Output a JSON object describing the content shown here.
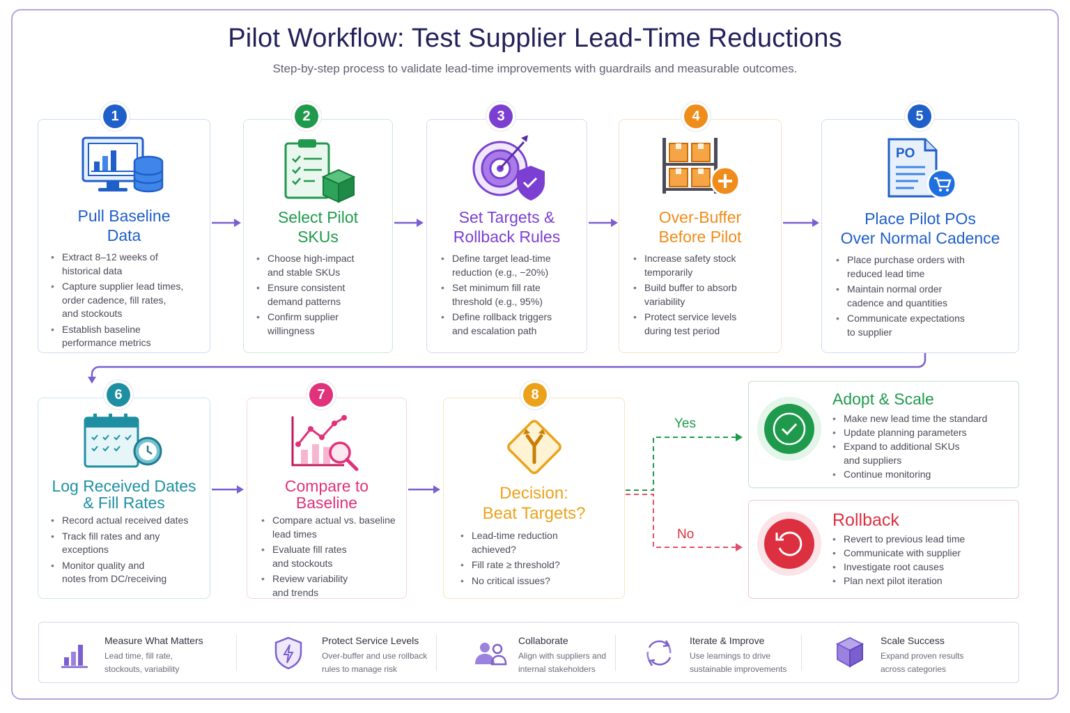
{
  "header": {
    "title": "Pilot Workflow: Test Supplier Lead-Time Reductions",
    "subtitle": "Step-by-step process to validate lead-time improvements with guardrails and measurable outcomes."
  },
  "steps": [
    {
      "number": "1",
      "title": "Pull Baseline\nData",
      "color": "#1f5fc9",
      "bullets": [
        "Extract 8–12 weeks of\nhistorical data",
        "Capture supplier lead times,\norder cadence, fill rates,\nand stockouts",
        "Establish baseline\nperformance metrics"
      ]
    },
    {
      "number": "2",
      "title": "Select Pilot\nSKUs",
      "color": "#1f9a4c",
      "bullets": [
        "Choose high-impact\nand stable SKUs",
        "Ensure consistent\ndemand patterns",
        "Confirm supplier\nwillingness"
      ]
    },
    {
      "number": "3",
      "title": "Set Targets &\nRollback Rules",
      "color": "#7b3fd1",
      "bullets": [
        "Define target lead-time\nreduction (e.g., −20%)",
        "Set minimum fill rate\nthreshold (e.g., 95%)",
        "Define rollback triggers\nand escalation path"
      ]
    },
    {
      "number": "4",
      "title": "Over-Buffer\nBefore Pilot",
      "color": "#ef8c1a",
      "bullets": [
        "Increase safety stock\ntemporarily",
        "Build buffer to absorb\nvariability",
        "Protect service levels\nduring test period"
      ]
    },
    {
      "number": "5",
      "title": "Place Pilot POs\nOver Normal Cadence",
      "color": "#1f5fc9",
      "icon_text": "PO",
      "bullets": [
        "Place purchase orders with\nreduced lead time",
        "Maintain normal order\ncadence and quantities",
        "Communicate expectations\nto supplier"
      ]
    },
    {
      "number": "6",
      "title": "Log Received Dates\n& Fill Rates",
      "color": "#1e8fa3",
      "bullets": [
        "Record actual received dates",
        "Track fill rates and any\nexceptions",
        "Monitor quality and\nnotes from DC/receiving"
      ]
    },
    {
      "number": "7",
      "title": "Compare to\nBaseline",
      "color": "#e0317a",
      "bullets": [
        "Compare actual vs. baseline\nlead times",
        "Evaluate fill rates\nand stockouts",
        "Review variability\nand trends"
      ]
    },
    {
      "number": "8",
      "title": "Decision:\nBeat Targets?",
      "color": "#eba21a",
      "bullets": [
        "Lead-time reduction\nachieved?",
        "Fill rate ≥ threshold?",
        "No critical issues?"
      ]
    }
  ],
  "branches": {
    "yes_label": "Yes",
    "no_label": "No"
  },
  "outcomes": {
    "adopt": {
      "title": "Adopt & Scale",
      "color": "#1f9a4c",
      "bullets": [
        "Make new lead time the standard",
        "Update planning parameters",
        "Expand to additional SKUs\nand suppliers",
        "Continue monitoring"
      ]
    },
    "rollback": {
      "title": "Rollback",
      "color": "#dc3040",
      "bullets": [
        "Revert to previous lead time",
        "Communicate with supplier",
        "Investigate root causes",
        "Plan next pilot iteration"
      ]
    }
  },
  "footer": [
    {
      "icon": "bar-chart-icon",
      "title": "Measure What Matters",
      "desc": "Lead time, fill rate,\nstockouts, variability"
    },
    {
      "icon": "shield-bolt-icon",
      "title": "Protect Service Levels",
      "desc": "Over-buffer and use rollback\nrules to manage risk"
    },
    {
      "icon": "people-icon",
      "title": "Collaborate",
      "desc": "Align with suppliers and\ninternal stakeholders"
    },
    {
      "icon": "cycle-arrows-icon",
      "title": "Iterate & Improve",
      "desc": "Use learnings to drive\nsustainable improvements"
    },
    {
      "icon": "cube-icon",
      "title": "Scale Success",
      "desc": "Expand proven results\nacross categories"
    }
  ],
  "accent": "#7b5fcf"
}
